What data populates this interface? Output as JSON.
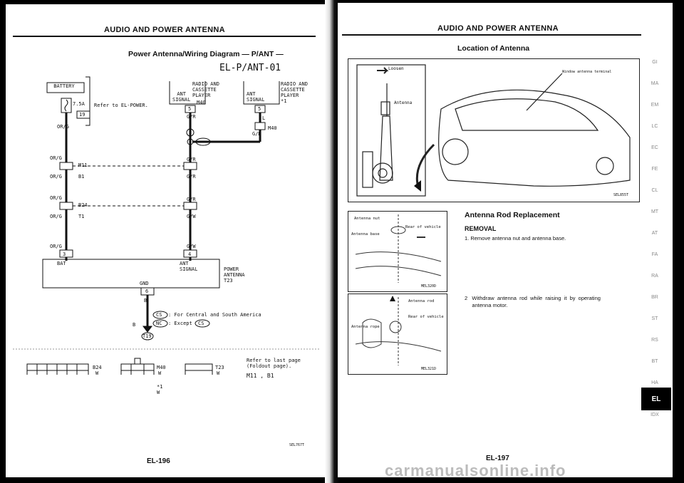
{
  "left_page": {
    "header": "AUDIO AND POWER ANTENNA",
    "subtitle": "Power Antenna/Wiring Diagram — P/ANT —",
    "diagram_id": "EL-P/ANT-01",
    "battery": "BATTERY",
    "fuse_amp": "7.5A",
    "fuse_no": "19",
    "refer_power": "Refer to EL-POWER.",
    "radio1": "RADIO AND\nCASSETTE\nPLAYER",
    "ant_signal1": "ANT\nSIGNAL",
    "radio1_pin": "5",
    "radio1_conn": "M40",
    "radio2": "RADIO AND\nCASSETTE\nPLAYER\n*1",
    "ant_signal2": "ANT\nSIGNAL",
    "radio2_pin": "5",
    "wire_orG": "OR/G",
    "wire_gR": "G/R",
    "wire_gW": "G/W",
    "wire_l": "L",
    "wire_b": "B",
    "conn_m11": "M11",
    "conn_b1": "B1",
    "conn_b24": "B24",
    "conn_t1": "T1",
    "conn_m40": "M40",
    "conn_t23": "T23",
    "conn_t19": "T19",
    "bat_label": "BAT",
    "bat_pin": "3",
    "ant_sig_pin": "4",
    "ant_sig_label": "ANT\nSIGNAL",
    "gnd_label": "GND",
    "gnd_pin": "6",
    "power_antenna": "POWER\nANTENNA",
    "power_antenna_conn": "T23",
    "legend_cs": ": For Central and South America",
    "legend_ex": ": Except",
    "legend_cs_code": "CS",
    "legend_ex_code": "NC",
    "foot_refer": "Refer to last page\n(Foldout page).",
    "foot_conns": "M11 , B1",
    "foot_w1": "W",
    "foot_w2": "W",
    "foot_w3": "W",
    "foot_w4": "*1\nW",
    "code": "SEL767T",
    "page_no": "EL-196"
  },
  "right_page": {
    "header": "AUDIO AND POWER ANTENNA",
    "section_title": "Location of Antenna",
    "fig1_loosen": "Loosen",
    "fig1_antenna": "Antenna",
    "fig1_window": "Window antenna terminal",
    "fig1_code": "SEL855T",
    "fig2_nut": "Antenna nut",
    "fig2_base": "Antenna base",
    "fig2_rear": "Rear of vehicle",
    "fig2_code": "MEL320D",
    "fig3_rod": "Antenna rod",
    "fig3_rope": "Antenna rope",
    "fig3_rear": "Rear of vehicle",
    "fig3_code": "MEL321D",
    "replacement_title": "Antenna Rod Replacement",
    "removal": "REMOVAL",
    "step1": "1.  Remove antenna nut and antenna base.",
    "step2": "2   Withdraw  antenna  rod  while  raising  it  by  operating\n     antenna motor.",
    "page_no": "EL-197",
    "side_index": [
      "GI",
      "MA",
      "EM",
      "LC",
      "EC",
      "FE",
      "CL",
      "MT",
      "AT",
      "FA",
      "RA",
      "BR",
      "ST",
      "RS",
      "BT",
      "HA",
      "EL",
      "IDX"
    ],
    "active_tab": "EL"
  },
  "watermark": "carmanualsonline.info"
}
